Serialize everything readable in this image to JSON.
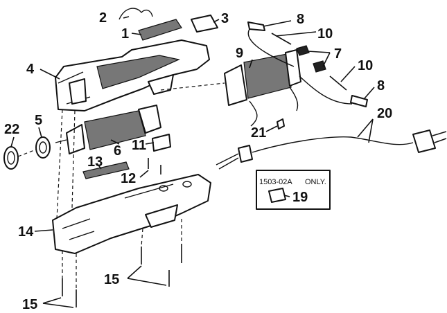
{
  "callouts": {
    "c1": "1",
    "c2": "2",
    "c3": "3",
    "c4": "4",
    "c5": "5",
    "c6": "6",
    "c7": "7",
    "c8a": "8",
    "c8b": "8",
    "c9": "9",
    "c10a": "10",
    "c10b": "10",
    "c11": "11",
    "c12": "12",
    "c13": "13",
    "c14": "14",
    "c15a": "15",
    "c15b": "15",
    "c19": "19",
    "c20": "20",
    "c21": "21",
    "c22": "22"
  },
  "inset": {
    "model": "1503-02A",
    "only": "ONLY."
  }
}
